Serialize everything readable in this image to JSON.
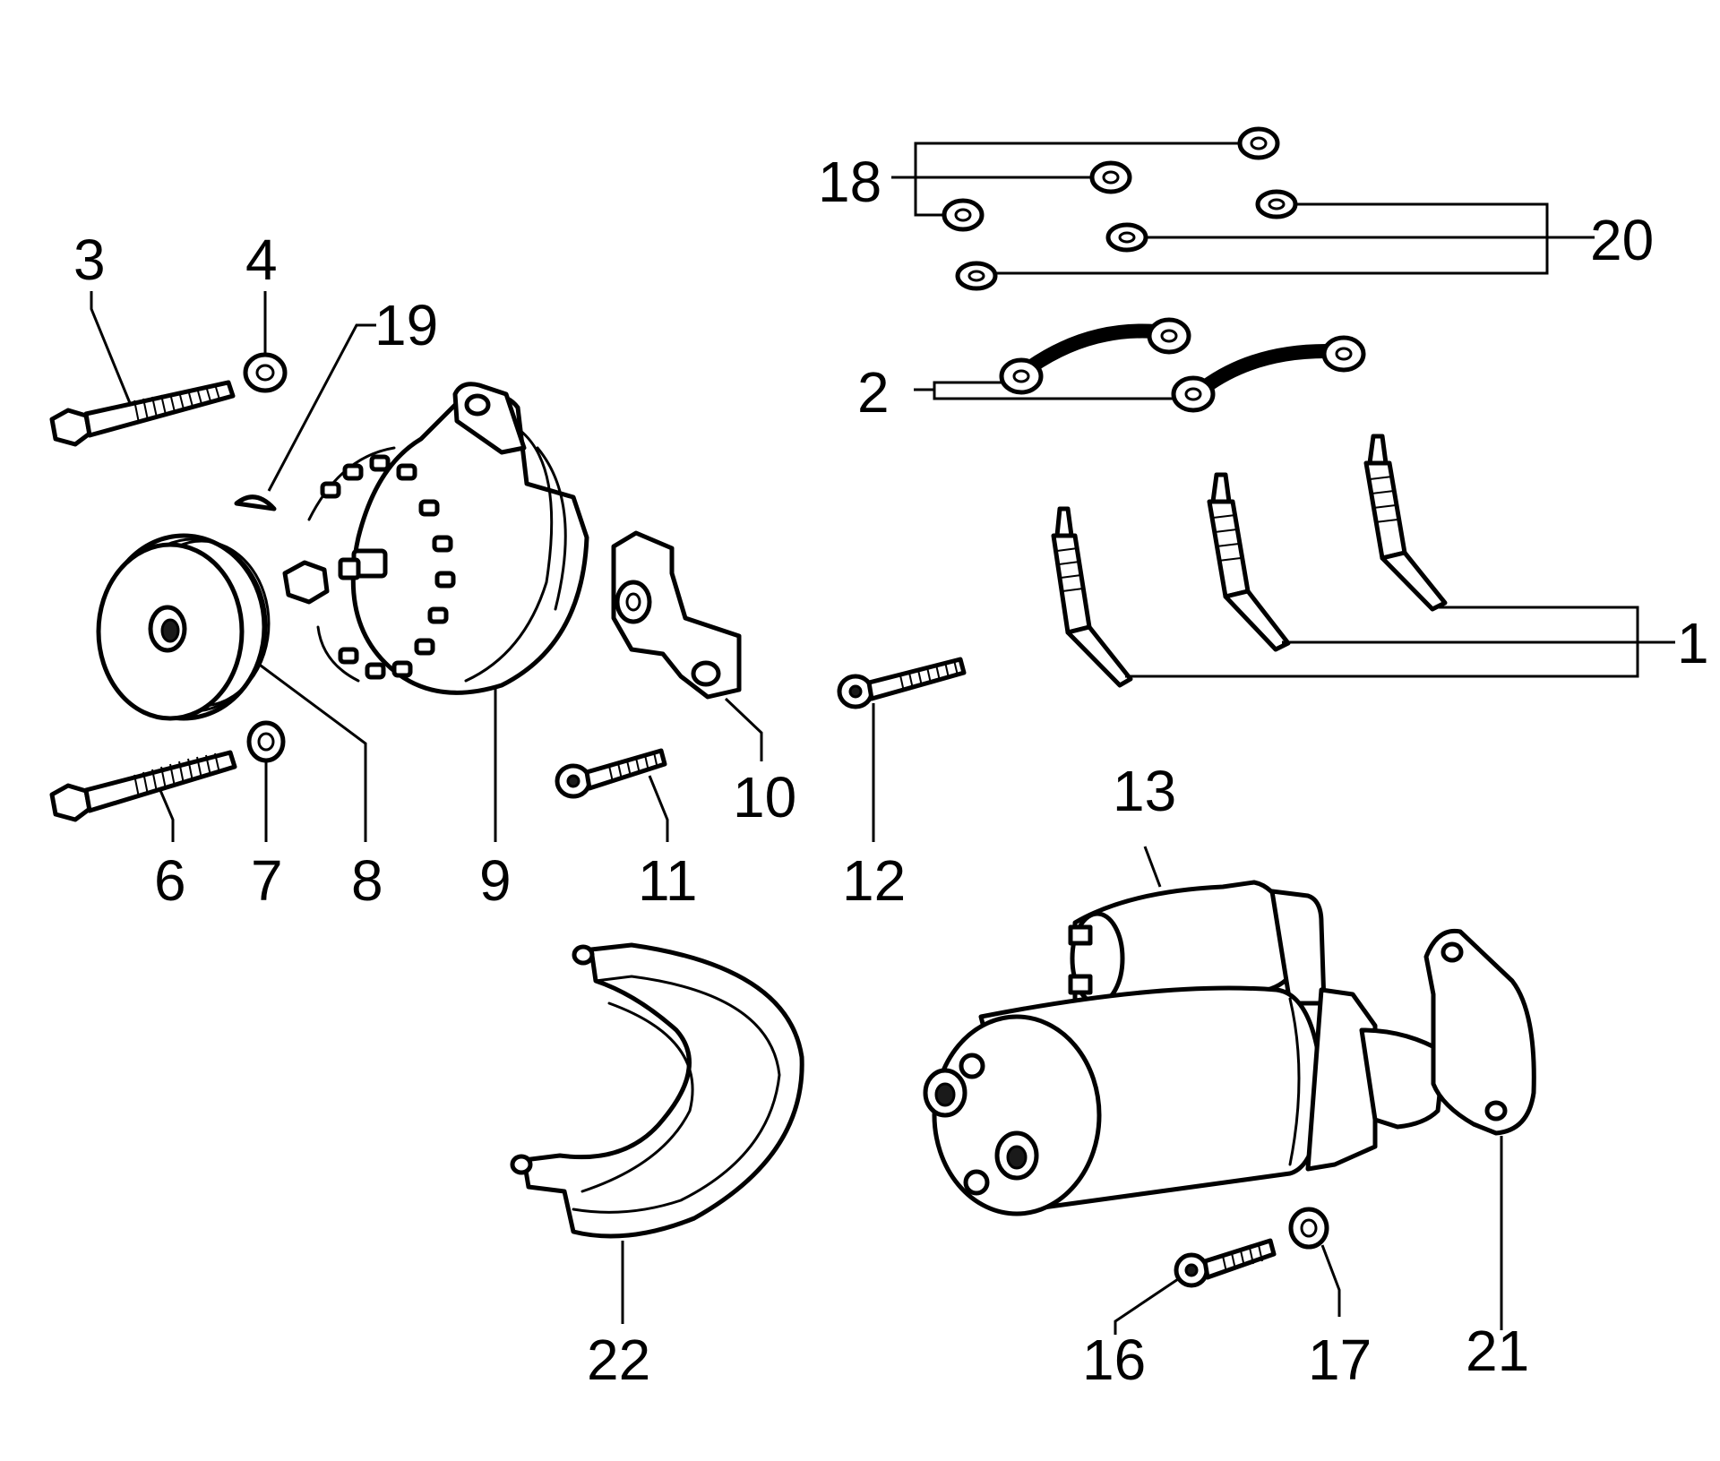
{
  "labels": {
    "l1": "1",
    "l2": "2",
    "l3": "3",
    "l4": "4",
    "l6": "6",
    "l7": "7",
    "l8": "8",
    "l9": "9",
    "l10": "10",
    "l11": "11",
    "l12": "12",
    "l13": "13",
    "l16": "16",
    "l17": "17",
    "l18": "18",
    "l19": "19",
    "l20": "20",
    "l21": "21",
    "l22": "22"
  }
}
